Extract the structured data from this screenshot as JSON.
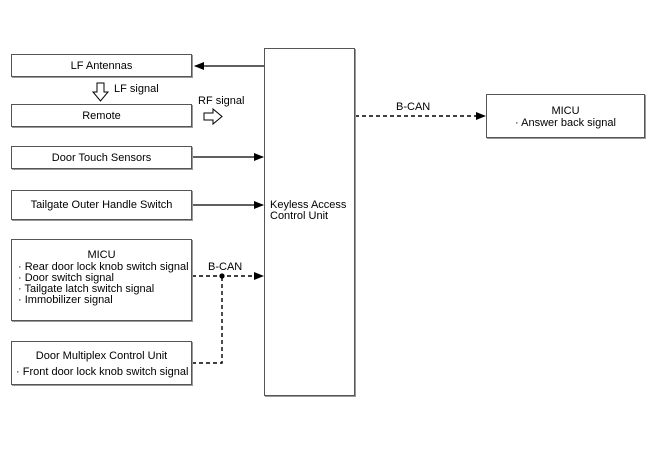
{
  "boxes": {
    "lf_antennas": "LF Antennas",
    "remote": "Remote",
    "door_touch_sensors": "Door Touch Sensors",
    "tailgate_switch": "Tailgate Outer Handle Switch",
    "micu_left": {
      "title": "MICU",
      "lines": [
        "· Rear door lock knob switch signal",
        "· Door switch signal",
        "· Tailgate latch switch signal",
        "· Immobilizer signal"
      ]
    },
    "door_multiplex": {
      "title": "Door Multiplex Control Unit",
      "line": "· Front door lock knob switch signal"
    },
    "keyless": {
      "line1": "Keyless Access",
      "line2": "Control Unit"
    },
    "micu_right": {
      "title": "MICU",
      "line": "· Answer back signal"
    }
  },
  "labels": {
    "lf_signal": "LF signal",
    "rf_signal": "RF signal",
    "bcan_right": "B-CAN",
    "bcan_left": "B-CAN"
  }
}
